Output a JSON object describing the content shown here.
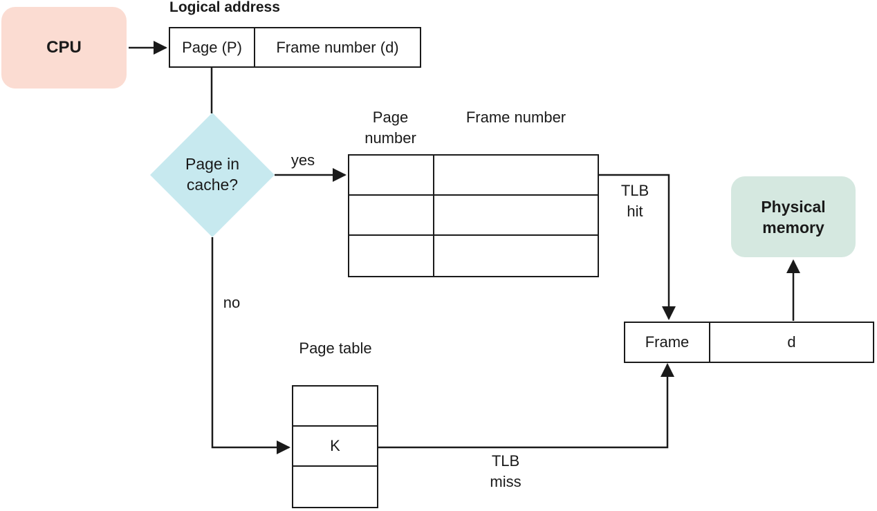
{
  "cpu": {
    "label": "CPU"
  },
  "logical_address": {
    "title": "Logical address",
    "cells": [
      "Page (P)",
      "Frame number (d)"
    ]
  },
  "decision": {
    "label": "Page in cache?",
    "yes": "yes",
    "no": "no"
  },
  "tlb": {
    "headers": [
      "Page number",
      "Frame number"
    ],
    "row_count": 3,
    "hit_label": "TLB hit",
    "miss_label": "TLB miss"
  },
  "page_table": {
    "title": "Page table",
    "rows": [
      "",
      "K",
      ""
    ]
  },
  "physical_address": {
    "cells": [
      "Frame",
      "d"
    ]
  },
  "physical_memory": {
    "label": "Physical memory"
  },
  "colors": {
    "cpu_fill": "#fbdcd2",
    "decision_fill": "#c7e9ef",
    "memory_fill": "#d5e8e0",
    "line": "#1a1a1a"
  }
}
